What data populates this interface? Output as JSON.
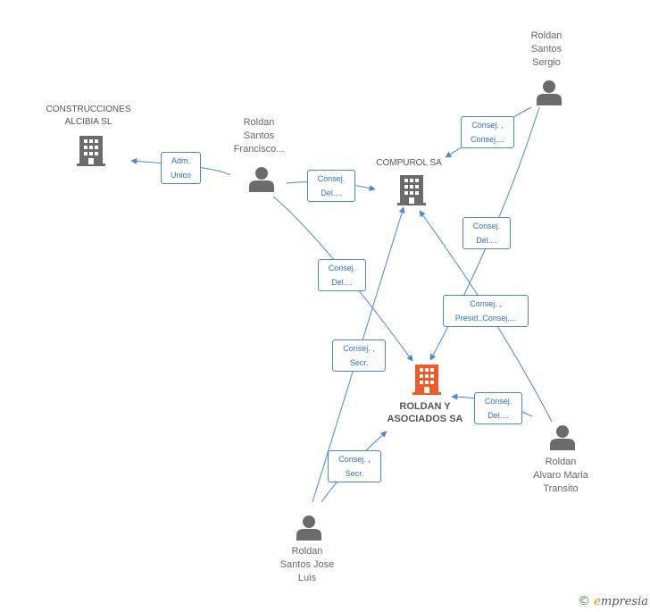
{
  "nodes": {
    "construcciones": {
      "label": "CONSTRUCCIONES\nALCIBIA SL"
    },
    "compurol": {
      "label": "COMPUROL SA"
    },
    "roldan_asociados": {
      "label": "ROLDAN Y\nASOCIADOS SA"
    },
    "francisco": {
      "label": "Roldan\nSantos\nFrancisco..."
    },
    "sergio": {
      "label": "Roldan\nSantos\nSergio"
    },
    "alvaro": {
      "label": "Roldan\nAlvaro Maria\nTransito"
    },
    "jose": {
      "label": "Roldan\nSantos Jose\nLuis"
    }
  },
  "edges": {
    "francisco_construcciones": "Adm.\nUnico",
    "francisco_compurol": "Consej.\nDel....",
    "francisco_roldan": "Consej.\nDel....",
    "sergio_compurol": "Consej. ,\nConsej....",
    "sergio_roldan": "Consej.\nDel....",
    "alvaro_compurol": "Consej. ,\nPresid.,Consej....",
    "alvaro_roldan": "Consej.\nDel....",
    "jose_compurol": "Consej. ,\nSecr.",
    "jose_roldan": "Consej. ,\nSecr."
  },
  "footer": {
    "copyright": "©",
    "brand_e": "e",
    "brand_rest": "mpresia"
  },
  "colors": {
    "edge": "#4a86d4",
    "company_icon": "#6b6b6b",
    "main_company_icon": "#f05a28",
    "person_icon": "#6b6b6b"
  }
}
